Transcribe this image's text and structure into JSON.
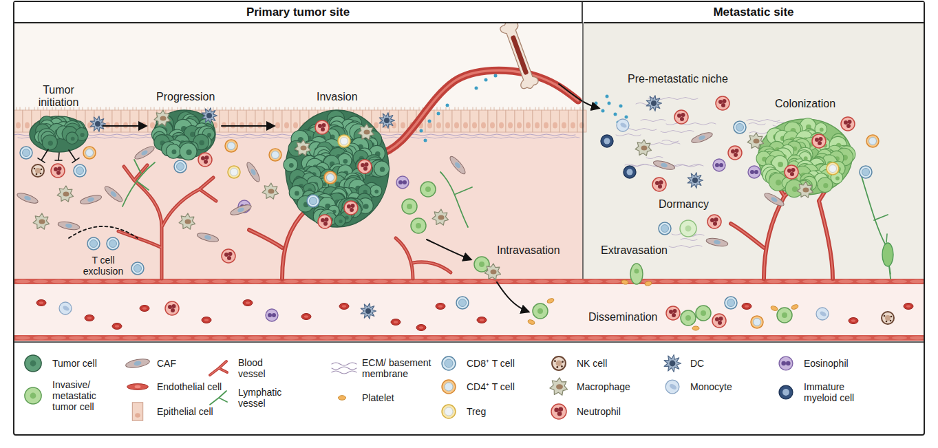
{
  "diagram": {
    "nodes": [
      {
        "text": [
          "Primary tumor site"
        ]
      },
      {
        "text": [
          "Metastatic site"
        ]
      }
    ],
    "labels": [
      "Tumor initiation",
      "Progression",
      "Invasion",
      "Pre-metastatic niche",
      "Colonization",
      "Dormancy",
      "Intravasation",
      "Extravasation",
      "T cell exclusion",
      "Dissemination"
    ],
    "legend": [
      {
        "text": "Tumor cell"
      },
      {
        "text": "Invasive/ metastatic tumor cell"
      },
      {
        "text": "CAF"
      },
      {
        "text": "Endothelial cell"
      },
      {
        "text": "Epithelial cell"
      },
      {
        "text": "Blood vessel"
      },
      {
        "text": "Lymphatic vessel"
      },
      {
        "text": "ECM/ basement membrane"
      },
      {
        "text": "Platelet"
      },
      {
        "text": "CD8⁺ T cell"
      },
      {
        "text": "CD4⁺ T cell"
      },
      {
        "text": "Treg"
      },
      {
        "text": "NK cell"
      },
      {
        "text": "Macrophage"
      },
      {
        "text": "Neutrophil"
      },
      {
        "text": "DC"
      },
      {
        "text": "Monocyte"
      },
      {
        "text": "Eosinophil"
      },
      {
        "text": "Immature myeloid cell"
      }
    ]
  }
}
